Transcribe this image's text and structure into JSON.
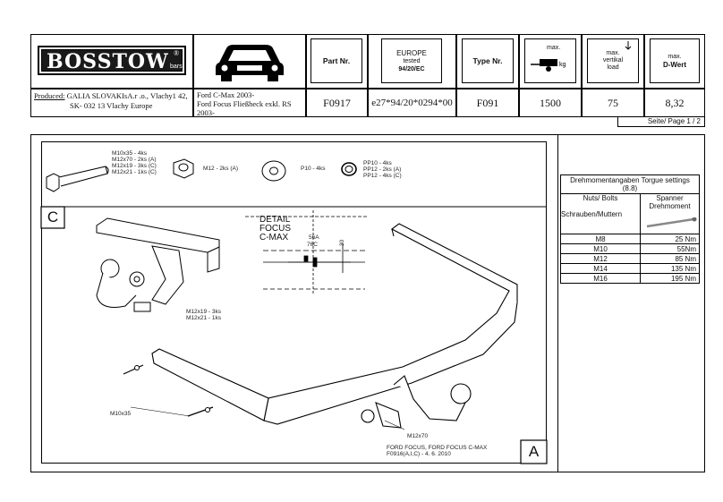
{
  "brand": {
    "name": "BOSSTOW",
    "suffix": "bars",
    "reg": "®"
  },
  "header": {
    "part_label": "Part Nr.",
    "europe_l1": "EUROPE",
    "europe_l2": "tested",
    "europe_l3": "94/20/EC",
    "type_label": "Type Nr.",
    "max_label": "max.",
    "vert_l1": "max.",
    "vert_l2": "vertikal",
    "vert_l3": "load",
    "dwert_l1": "max.",
    "dwert_l2": "D-Wert"
  },
  "info": {
    "produced_label": "Produced:",
    "producer_l1": "GALIA SLOVAKIsA.r .o., Vlachy1 42,",
    "producer_l2": "SK- 032 13 Vlachy    Europe",
    "vehicle_l1": "Ford C-Max 2003-",
    "vehicle_l2": "Ford Focus Fließheck exkl. RS",
    "vehicle_l3": "2003-",
    "part_nr": "F0917",
    "approval": "e27*94/20*0294*00",
    "type_nr": "F091",
    "max_trailer": "1500",
    "max_vertical": "75",
    "d_value": "8,32",
    "page": "Seite/ Page  1 / 2"
  },
  "parts": {
    "bolt_l1": "M10x35 - 4ks",
    "bolt_l2": "M12x70 - 2ks (A)",
    "bolt_l3": "M12x19 - 3ks (C)",
    "bolt_l4": "M12x21 - 1ks (C)",
    "nut": "M12 - 2ks (A)",
    "washer": "P10 - 4ks",
    "pp_l1": "PP10 - 4ks",
    "pp_l2": "PP12 - 2ks (A)",
    "pp_l3": "PP12 - 4ks (C)"
  },
  "drawing": {
    "label_c": "C",
    "label_a": "A",
    "detail_l1": "DETAIL",
    "detail_l2": "FOCUS",
    "detail_l3": "C-MAX",
    "dim_56a": "56A",
    "dim_76c": "76C",
    "dim_30": "30",
    "c_bolts_l1": "M12x19 - 3ks",
    "c_bolts_l2": "M12x21 - 1ks",
    "m10x35": "M10x35",
    "m12x70": "M12x70",
    "footer_l1": "FORD FOCUS, FORD FOCUS C-MAX",
    "footer_l2": "F0916(A,I,C) - 4. 6. 2010"
  },
  "torque": {
    "title_l1": "Drehmomentangaben Torgue settings",
    "title_l2": "(8.8)",
    "col1_l1": "Nuts/ Bolts",
    "col1_l2": "Schrauben/Muttern",
    "col2_l1": "Spanner",
    "col2_l2": "Drehmoment",
    "rows": [
      {
        "size": "M8",
        "value": "25 Nm"
      },
      {
        "size": "M10",
        "value": "55Nm"
      },
      {
        "size": "M12",
        "value": "85 Nm"
      },
      {
        "size": "M14",
        "value": "135 Nm"
      },
      {
        "size": "M16",
        "value": "195 Nm"
      }
    ]
  }
}
